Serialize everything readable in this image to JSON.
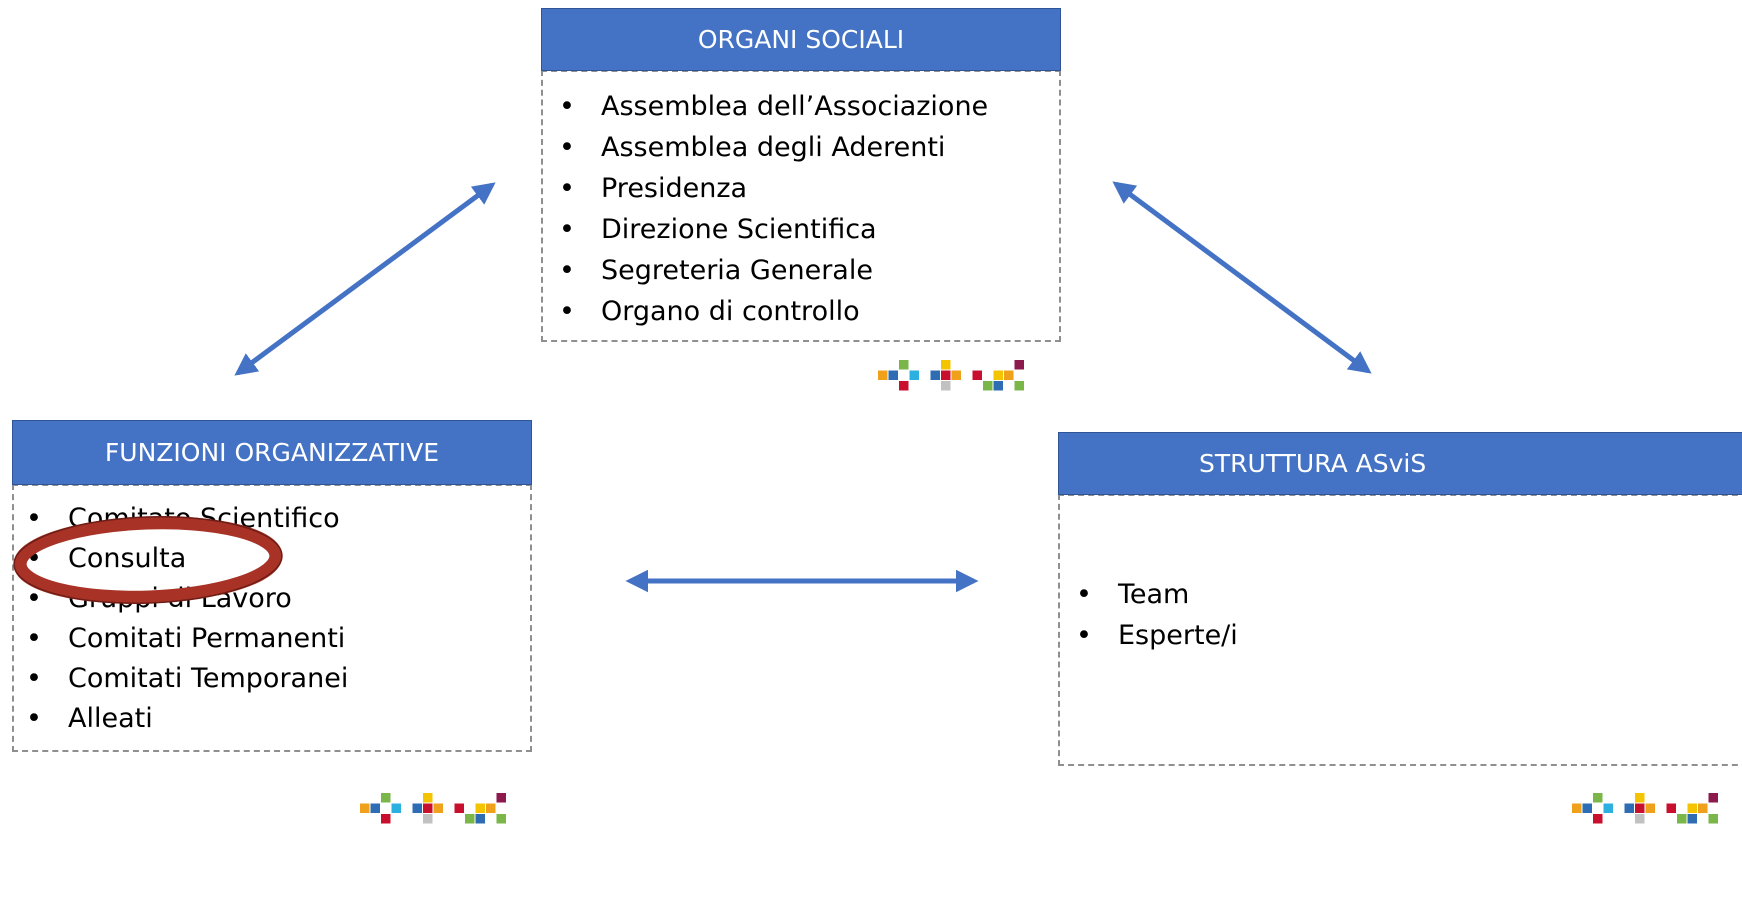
{
  "organi_sociali": {
    "title": "ORGANI SOCIALI",
    "items": [
      "Assemblea dell’Associazione",
      "Assemblea degli Aderenti",
      "Presidenza",
      "Direzione Scientifica",
      "Segreteria Generale",
      "Organo di controllo"
    ]
  },
  "funzioni_organizzative": {
    "title": "FUNZIONI ORGANIZZATIVE",
    "items": [
      "Comitato Scientifico",
      "Consulta",
      "Gruppi di Lavoro",
      "Comitati Permanenti",
      "Comitati Temporanei",
      "Alleati"
    ],
    "highlighted_item": "Consulta"
  },
  "struttura": {
    "title": "STRUTTURA ASviS",
    "items": [
      "Team",
      "Esperte/i"
    ]
  },
  "bullet_glyph": "•",
  "colors": {
    "header_blue": "#4472c4",
    "arrow_blue": "#4472c4",
    "highlight_ring": "#a93226",
    "logo_tiles": [
      "#f0a11b",
      "#2e6db4",
      "#7ab648",
      "#c8102e",
      "#2bb0e0",
      "#f5c400",
      "#8d1a4d",
      "#c1c1c1"
    ]
  },
  "icons": {
    "arrows": "double-headed-arrow",
    "logo": "asvis-pixel-logo"
  }
}
